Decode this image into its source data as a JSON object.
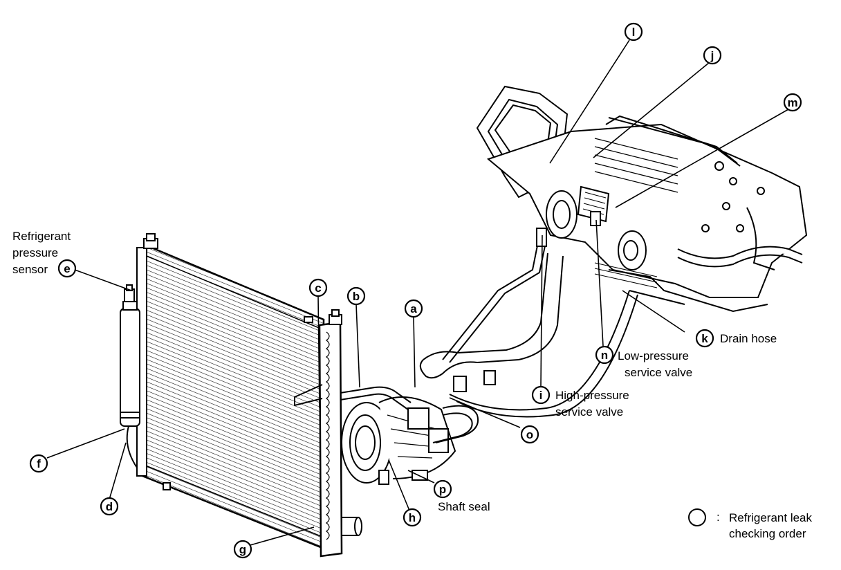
{
  "markers": {
    "a": "a",
    "b": "b",
    "c": "c",
    "d": "d",
    "e": "e",
    "f": "f",
    "g": "g",
    "h": "h",
    "i": "i",
    "j": "j",
    "k": "k",
    "l": "l",
    "m": "m",
    "n": "n",
    "o": "o",
    "p": "p"
  },
  "labels": {
    "sensor_line1": "Refrigerant",
    "sensor_line2": "pressure",
    "sensor_line3": "sensor",
    "drain_hose": "Drain hose",
    "low_pressure_line1": "Low-pressure",
    "low_pressure_line2": "service valve",
    "high_pressure_line1": "High-pressure",
    "high_pressure_line2": "service valve",
    "shaft_seal": "Shaft seal"
  },
  "legend": {
    "colon": ":",
    "line1": "Refrigerant leak",
    "line2": "checking order"
  },
  "colors": {
    "ink": "#000000",
    "background": "#ffffff"
  }
}
